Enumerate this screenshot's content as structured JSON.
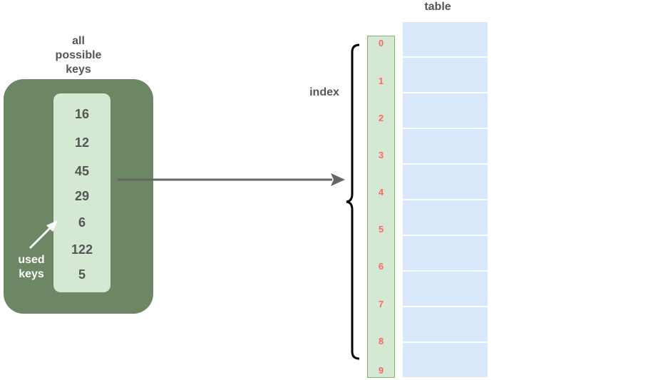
{
  "universe": {
    "label": "all\npossible\nkeys"
  },
  "used_keys": {
    "label": "used\nkeys",
    "values": [
      "16",
      "12",
      "45",
      "29",
      "6",
      "122",
      "5"
    ]
  },
  "index": {
    "label": "index",
    "values": [
      "0",
      "1",
      "2",
      "3",
      "4",
      "5",
      "6",
      "7",
      "8",
      "9"
    ]
  },
  "table": {
    "label": "table"
  },
  "colors": {
    "universe_fill": "#6d8764",
    "used_fill": "#d5e8d4",
    "index_text": "#ff6666",
    "table_cell": "#dae8fc",
    "arrow": "#666666"
  }
}
